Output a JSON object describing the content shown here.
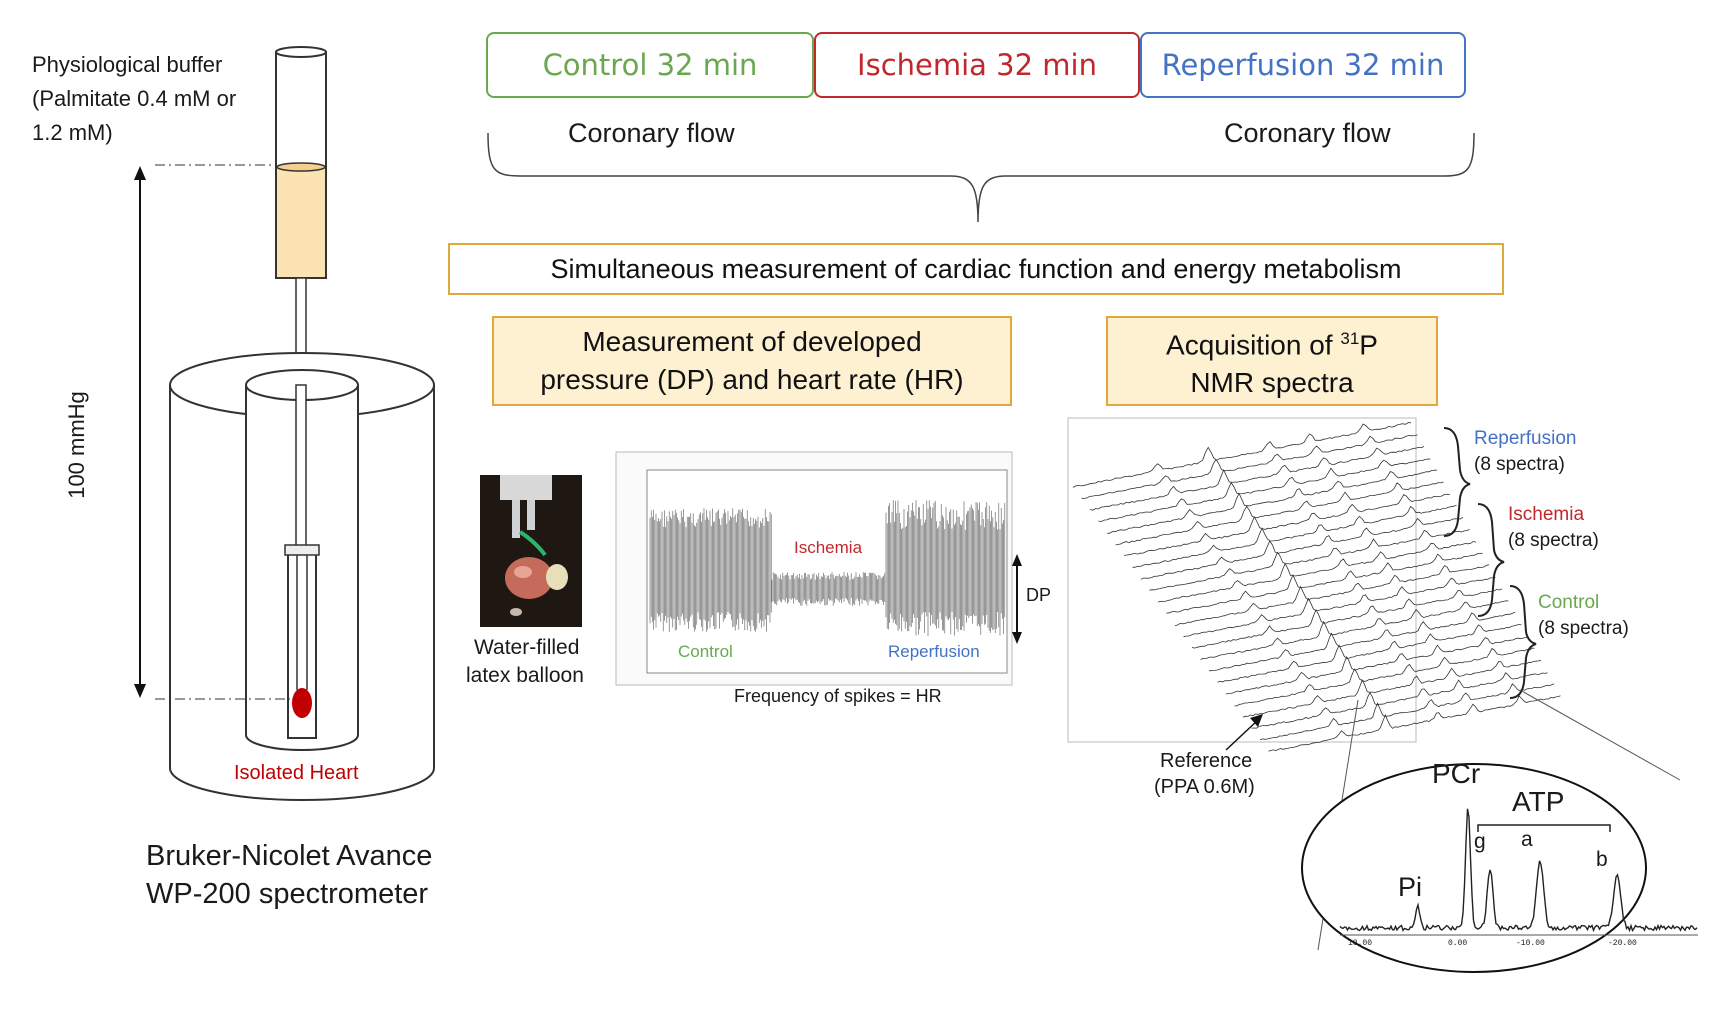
{
  "buffer": {
    "line1": "Physiological buffer",
    "line2": "(Palmitate 0.4 mM or",
    "line3": "1.2 mM)"
  },
  "pressure_label": "100 mmHg",
  "heart_label": "Isolated Heart",
  "spectrometer": {
    "line1": "Bruker-Nicolet Avance",
    "line2": "WP-200 spectrometer"
  },
  "phases": [
    {
      "label": "Control 32 min",
      "color": "#6aa84f"
    },
    {
      "label": "Ischemia 32 min",
      "color": "#c0282d"
    },
    {
      "label": "Reperfusion 32 min",
      "color": "#4472c4"
    }
  ],
  "coronary_flow_left": "Coronary flow",
  "coronary_flow_right": "Coronary flow",
  "simultaneous": "Simultaneous measurement of cardiac function and energy metabolism",
  "dp_box": {
    "line1": "Measurement of developed",
    "line2": "pressure (DP) and heart rate (HR)"
  },
  "nmr_box": {
    "line1_prefix": "Acquisition of ",
    "sup": "31",
    "line1_suffix": "P",
    "line2": "NMR spectra"
  },
  "balloon": {
    "line1": "Water-filled",
    "line2": "latex balloon"
  },
  "trace": {
    "ischemia": "Ischemia",
    "control": "Control",
    "reperfusion": "Reperfusion",
    "dp": "DP",
    "caption": "Frequency of spikes = HR"
  },
  "stack": {
    "reperfusion": "Reperfusion",
    "reperfusion_n": "(8 spectra)",
    "ischemia": "Ischemia",
    "ischemia_n": "(8 spectra)",
    "control": "Control",
    "control_n": "(8 spectra)"
  },
  "reference": {
    "line1": "Reference",
    "line2": "(PPA 0.6M)"
  },
  "peaks": {
    "pcr": "PCr",
    "atp": "ATP",
    "pi": "Pi",
    "g": "g",
    "a": "a",
    "b": "b",
    "ticks": [
      "10.00",
      "0.00",
      "-10.00",
      "-20.00"
    ]
  },
  "colors": {
    "control": "#6aa84f",
    "ischemia": "#c0282d",
    "reperfusion": "#4472c4",
    "box_border": "#e0a93a",
    "box_fill": "#fdf1d2",
    "buffer_fill": "#fbe3b4",
    "heart": "#c00000"
  }
}
